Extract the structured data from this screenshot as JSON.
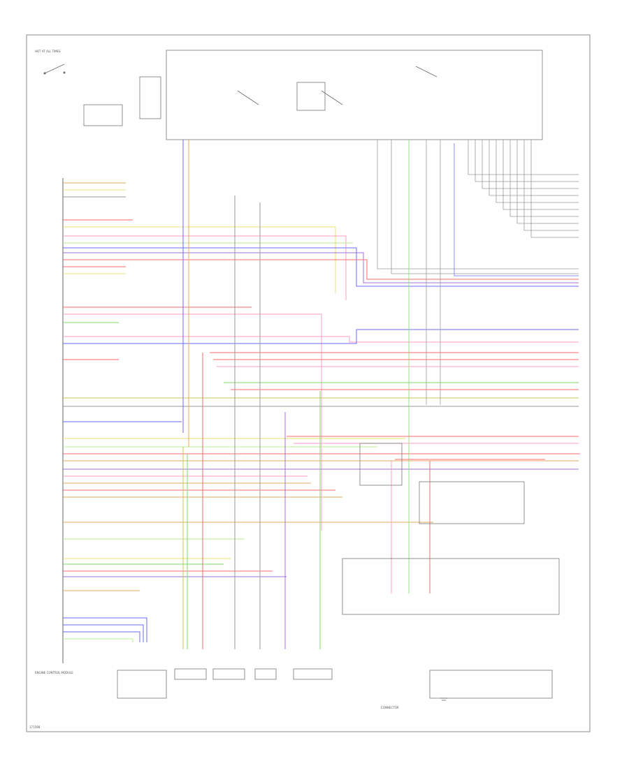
{
  "figure_code": "171598",
  "modules": {
    "ecm": {
      "label": "ENGINE CONTROL MODULE"
    },
    "ignition_switch": {
      "label": "HOT AT ALL TIMES"
    },
    "bottom_connector": {
      "label": "CONNECTOR"
    }
  },
  "wire_colors": {
    "red": "#ff6b6b",
    "pink": "#ff9ec4",
    "blue": "#6b6bff",
    "green": "#7ddc6b",
    "yellow": "#e8e070",
    "orange": "#e8a860",
    "gray": "#9a9a9a",
    "purple": "#a070d8",
    "light_green": "#b8ee90",
    "dark_red": "#c0394b",
    "frame": "#888888",
    "black": "#6a6a6a"
  },
  "icons": [
    "ground-icon",
    "switch-icon",
    "relay-icon",
    "connector-icon"
  ]
}
